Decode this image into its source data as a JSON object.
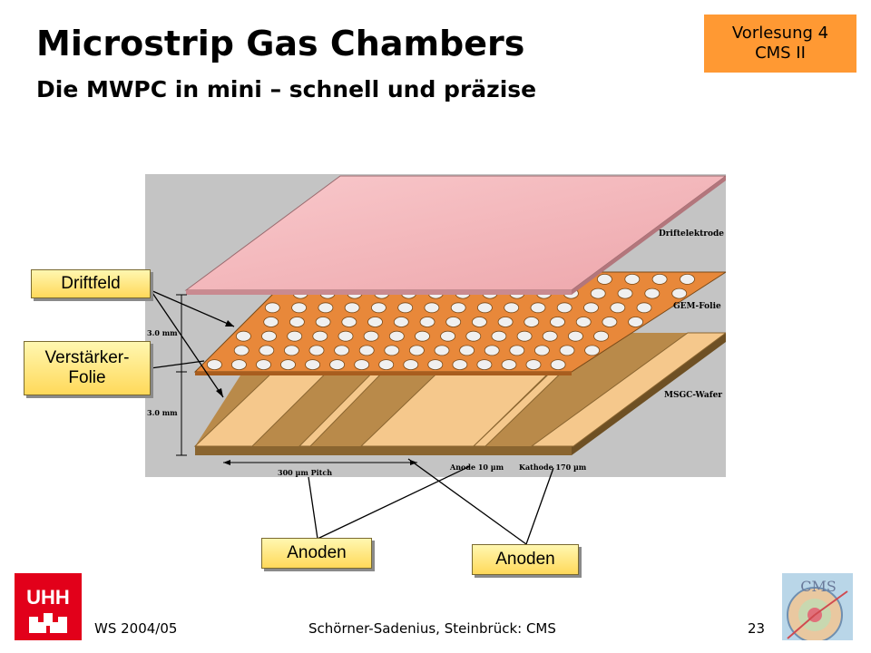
{
  "slide": {
    "title": "Microstrip Gas Chambers",
    "subtitle": "Die MWPC in mini – schnell und präzise",
    "badge_line1": "Vorlesung 4",
    "badge_line2": "CMS II"
  },
  "figure": {
    "labels": {
      "driftelektrode": "Driftelektrode",
      "gem_folie": "GEM-Folie",
      "msgc_wafer": "MSGC-Wafer",
      "gap_top": "3.0 mm",
      "gap_bottom": "3.0 mm",
      "pitch": "300 µm Pitch",
      "anode_width": "Anode 10 µm",
      "kathode_width": "Kathode 170 µm"
    }
  },
  "callouts": {
    "driftfeld": "Driftfeld",
    "verstaerker_line1": "Verstärker-",
    "verstaerker_line2": "Folie",
    "anoden_left": "Anoden",
    "anoden_right": "Anoden"
  },
  "footer": {
    "semester": "WS 2004/05",
    "authors": "Schörner-Sadenius, Steinbrück: CMS",
    "page": "23"
  },
  "logos": {
    "uhh_text": "UHH",
    "cms_text": "CMS"
  },
  "colors": {
    "badge": "#ff9933",
    "drift_plate": "#f4b8bc",
    "gem_foil": "#e8883a",
    "strips": "#f5c88c",
    "figure_bg": "#c4c4c4",
    "uhh_red": "#e2001a"
  }
}
